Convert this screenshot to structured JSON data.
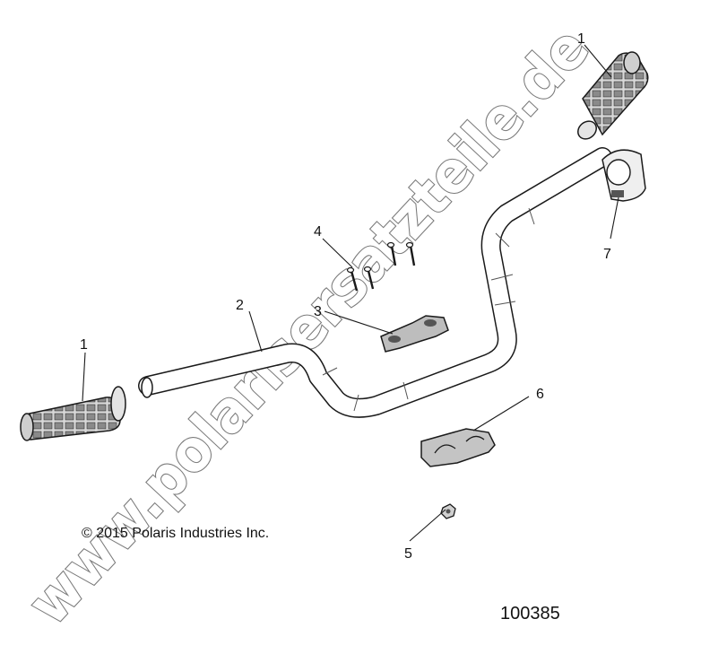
{
  "callouts": [
    {
      "id": "grip-left",
      "label": "1"
    },
    {
      "id": "handlebar",
      "label": "2"
    },
    {
      "id": "clamp-upper",
      "label": "3"
    },
    {
      "id": "bolt",
      "label": "4"
    },
    {
      "id": "nut",
      "label": "5"
    },
    {
      "id": "clamp-lower",
      "label": "6"
    },
    {
      "id": "thumb-throttle",
      "label": "7"
    },
    {
      "id": "grip-right",
      "label": "1"
    }
  ],
  "copyright": "© 2015 Polaris Industries Inc.",
  "figure_number": "100385",
  "watermark": "www.polarisersatzteile.de"
}
